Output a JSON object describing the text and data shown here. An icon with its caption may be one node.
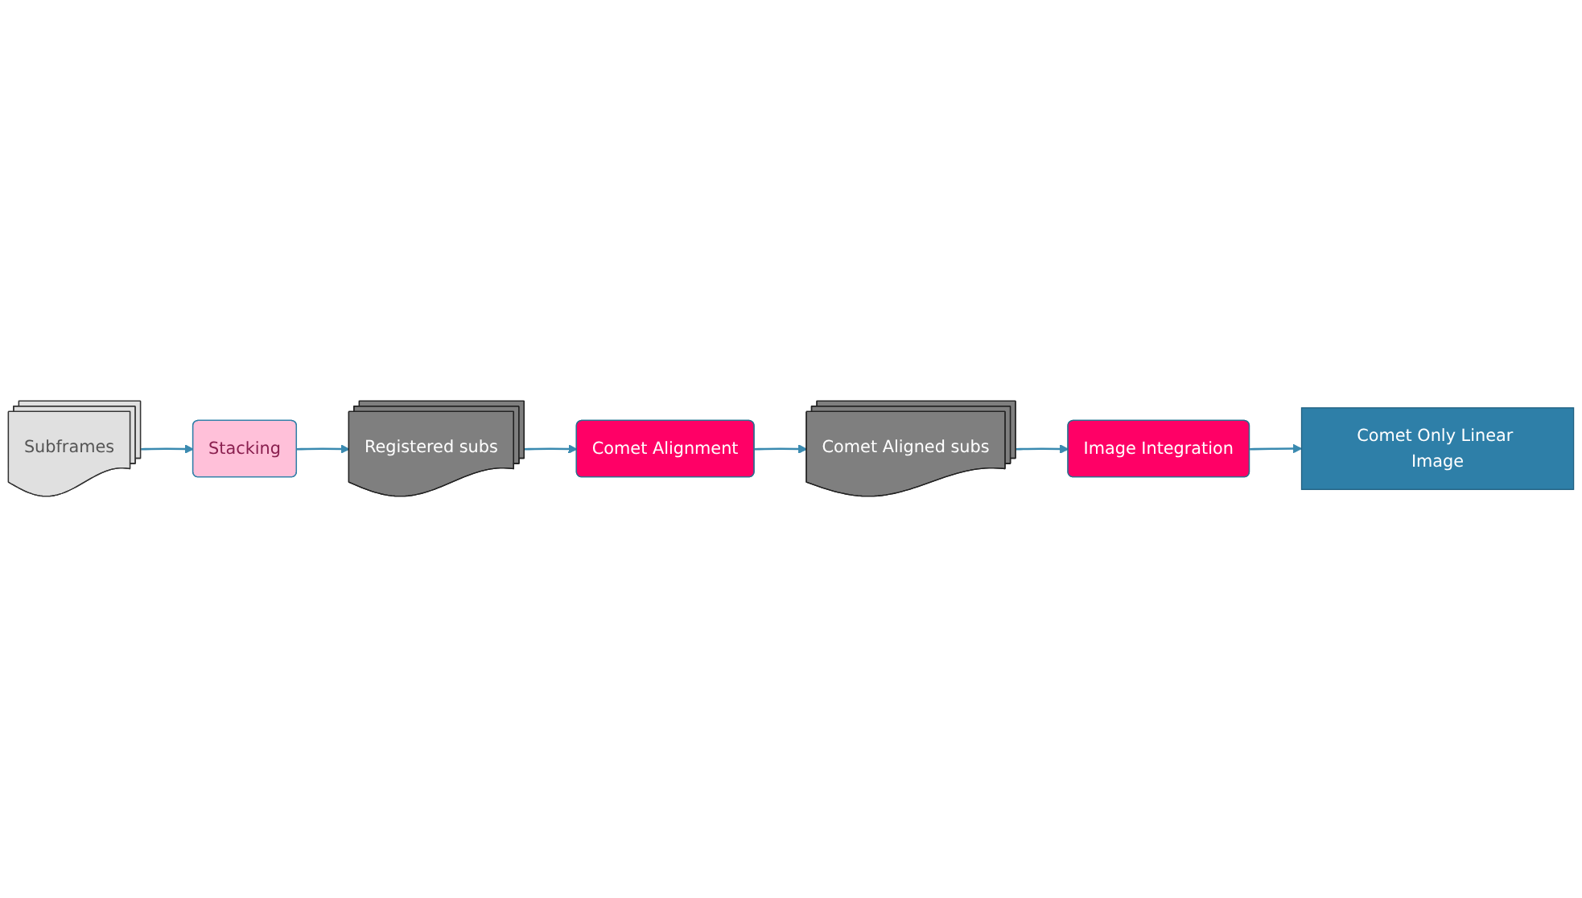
{
  "diagram": {
    "nodes": [
      {
        "text": [
          "Subframes"
        ]
      },
      {
        "text": [
          "Stacking"
        ]
      },
      {
        "text": [
          "Registered subs"
        ]
      },
      {
        "text": [
          "Comet Alignment"
        ]
      },
      {
        "text": [
          "Comet Aligned subs"
        ]
      },
      {
        "text": [
          "Image Integration"
        ]
      },
      {
        "text": [
          "Comet Only Linear Image"
        ]
      }
    ],
    "edges": [
      {
        "from": 0,
        "to": 1,
        "arrow": "to"
      },
      {
        "from": 1,
        "to": 2,
        "arrow": "to"
      },
      {
        "from": 2,
        "to": 3,
        "arrow": "to"
      },
      {
        "from": 3,
        "to": 4,
        "arrow": "to"
      },
      {
        "from": 4,
        "to": 5,
        "arrow": "to"
      },
      {
        "from": 5,
        "to": 6,
        "arrow": "to"
      }
    ]
  }
}
